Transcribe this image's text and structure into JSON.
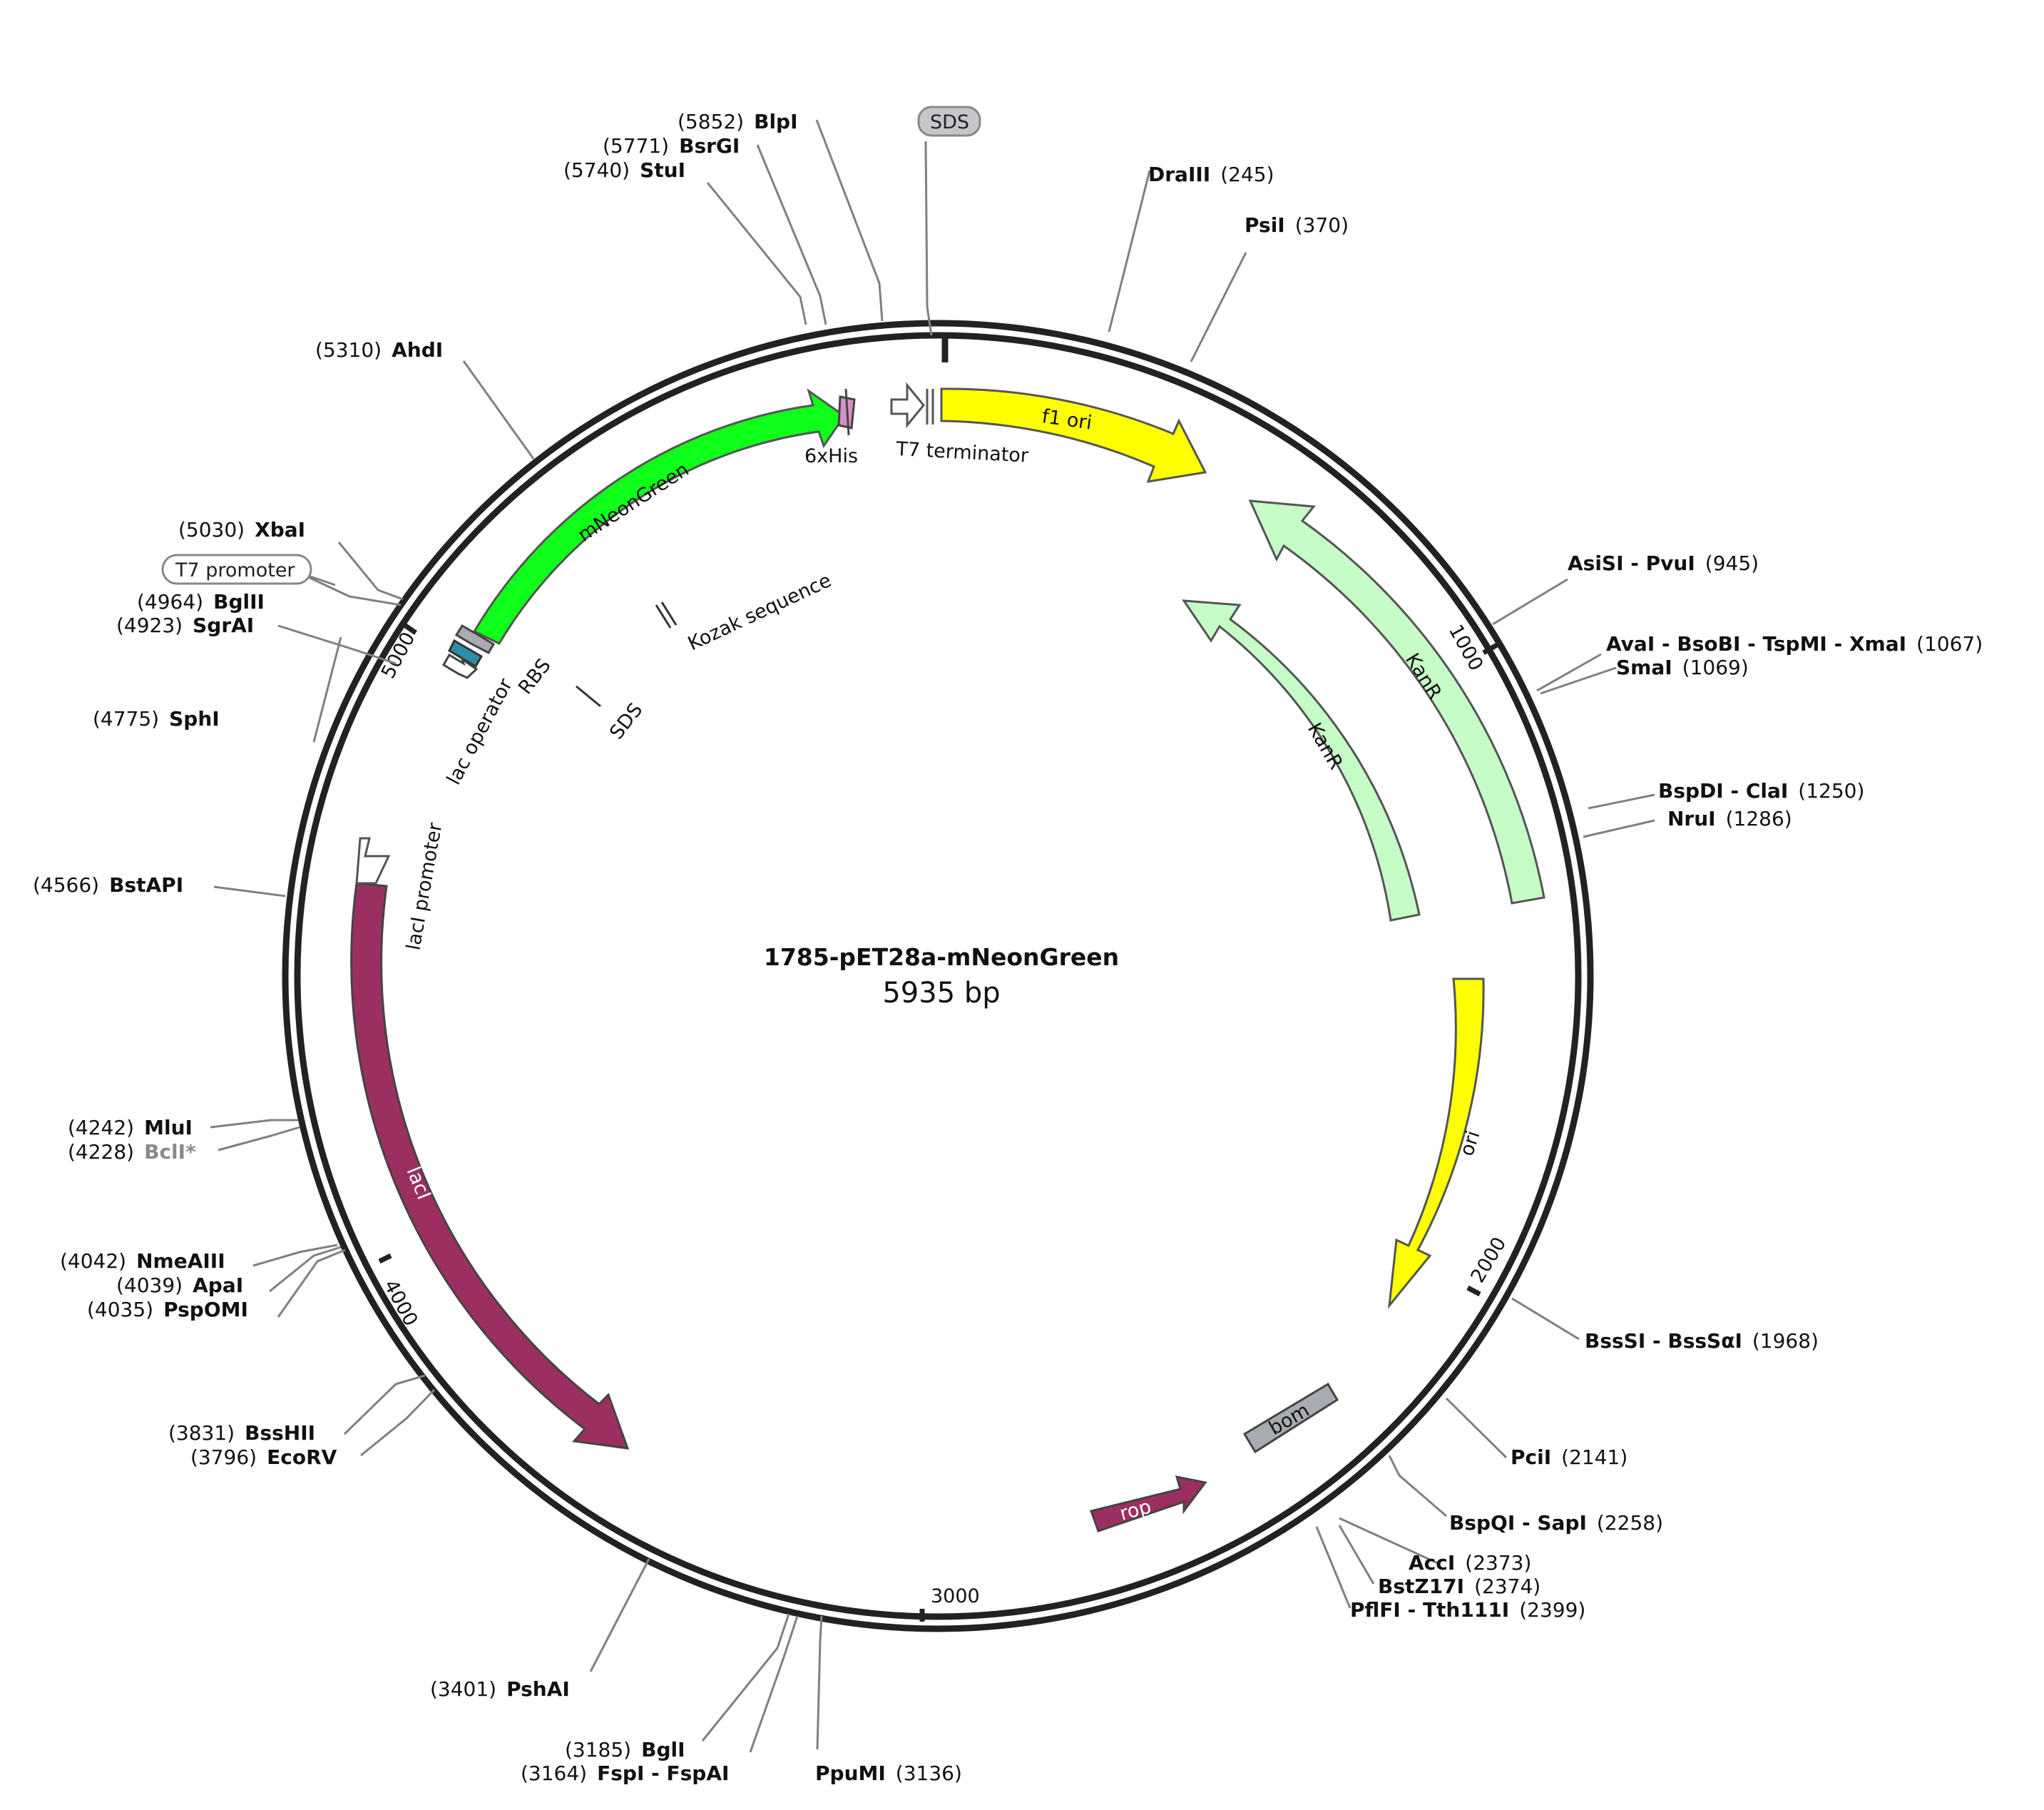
{
  "plasmid": {
    "name": "1785-pET28a-mNeonGreen",
    "length_label": "5935 bp",
    "length": 5935
  },
  "ticks": [
    {
      "label": "1000",
      "pos": 1000
    },
    {
      "label": "2000",
      "pos": 2000
    },
    {
      "label": "3000",
      "pos": 3000
    },
    {
      "label": "4000",
      "pos": 4000
    },
    {
      "label": "5000",
      "pos": 5000
    }
  ],
  "sites": [
    {
      "pos_label": "(5852)",
      "name": "BlpI"
    },
    {
      "pos_label": "(5771)",
      "name": "BsrGI"
    },
    {
      "pos_label": "(5740)",
      "name": "StuI"
    },
    {
      "name": "DraIII",
      "pos_label": "(245)"
    },
    {
      "name": "PsiI",
      "pos_label": "(370)"
    },
    {
      "pos_label": "(5310)",
      "name": "AhdI"
    },
    {
      "name": "AsiSI - PvuI",
      "pos_label": "(945)"
    },
    {
      "name": "AvaI - BsoBI - TspMI - XmaI",
      "pos_label": "(1067)"
    },
    {
      "name": "SmaI",
      "pos_label": "(1069)"
    },
    {
      "pos_label": "(5030)",
      "name": "XbaI"
    },
    {
      "pos_label": "(4964)",
      "name": "BglII"
    },
    {
      "pos_label": "(4923)",
      "name": "SgrAI"
    },
    {
      "pos_label": "(4775)",
      "name": "SphI"
    },
    {
      "name": "BspDI - ClaI",
      "pos_label": "(1250)"
    },
    {
      "name": "NruI",
      "pos_label": "(1286)"
    },
    {
      "pos_label": "(4566)",
      "name": "BstAPI"
    },
    {
      "pos_label": "(4242)",
      "name": "MluI"
    },
    {
      "pos_label": "(4228)",
      "name": "BclI*"
    },
    {
      "pos_label": "(4042)",
      "name": "NmeAIII"
    },
    {
      "pos_label": "(4039)",
      "name": "ApaI"
    },
    {
      "pos_label": "(4035)",
      "name": "PspOMI"
    },
    {
      "name": "BssSI - BssSαI",
      "pos_label": "(1968)"
    },
    {
      "pos_label": "(3831)",
      "name": "BssHII"
    },
    {
      "pos_label": "(3796)",
      "name": "EcoRV"
    },
    {
      "name": "PciI",
      "pos_label": "(2141)"
    },
    {
      "name": "BspQI - SapI",
      "pos_label": "(2258)"
    },
    {
      "name": "AccI",
      "pos_label": "(2373)"
    },
    {
      "name": "BstZ17I",
      "pos_label": "(2374)"
    },
    {
      "name": "PflFI - Tth111I",
      "pos_label": "(2399)"
    },
    {
      "pos_label": "(3401)",
      "name": "PshAI"
    },
    {
      "pos_label": "(3185)",
      "name": "BglI"
    },
    {
      "pos_label": "(3164)",
      "name": "FspI - FspAI"
    },
    {
      "name": "PpuMI",
      "pos_label": "(3136)"
    }
  ],
  "features": {
    "mneongreen": "mNeonGreen",
    "his": "6xHis",
    "t7term": "T7 terminator",
    "f1ori": "f1 ori",
    "kanr_outer": "KanR",
    "kanr_inner": "KanR",
    "ori": "ori",
    "laci": "lacI",
    "rop": "rop",
    "bom": "bom",
    "kozak": "Kozak sequence",
    "sds_inner": "SDS",
    "rbs": "RBS",
    "lac_operator": "lac operator",
    "laci_promoter": "lacI promoter",
    "t7_promoter": "T7 promoter",
    "sds_badge": "SDS"
  },
  "colors": {
    "mneongreen": "#0ffe1a",
    "f1ori": "#ffff00",
    "kanr": "#c6fcc6",
    "ori": "#ffff00",
    "laci": "#9b2f62",
    "rop": "#9b2f62",
    "bom": "#a8abb1",
    "his": "#d591c3",
    "lac_operator": "#2b8fa8",
    "backbone": "#222222"
  }
}
